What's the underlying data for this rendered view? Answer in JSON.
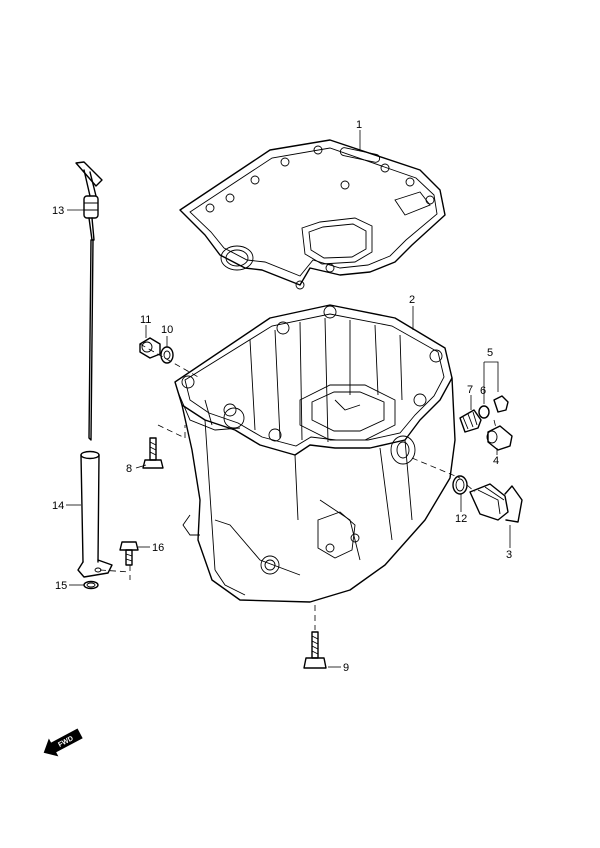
{
  "callouts": {
    "c1": "1",
    "c2": "2",
    "c3": "3",
    "c4": "4",
    "c5": "5",
    "c6": "6",
    "c7": "7",
    "c8": "8",
    "c9": "9",
    "c10": "10",
    "c11": "11",
    "c12": "12",
    "c13": "13",
    "c14": "14",
    "c15": "15",
    "c16": "16"
  },
  "direction_badge": "FWD"
}
